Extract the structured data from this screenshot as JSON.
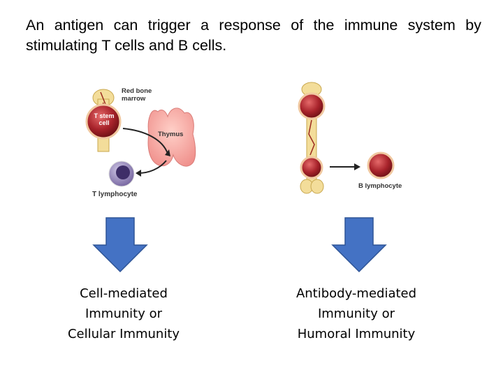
{
  "intro": {
    "line1": "An antigen can trigger a response of the immune system by",
    "line2": "stimulating T cells and B cells."
  },
  "t_panel": {
    "red_bone_marrow": [
      "Red bone",
      "marrow"
    ],
    "t_stem_cell": [
      "T stem",
      "cell"
    ],
    "thymus": "Thymus",
    "t_lymphocyte": "T lymphocyte"
  },
  "b_panel": {
    "b_lymphocyte": "B lymphocyte"
  },
  "immunity": {
    "cell_mediated": [
      "Cell-mediated",
      "Immunity or",
      "Cellular Immunity"
    ],
    "antibody_mediated": [
      "Antibody-mediated",
      "Immunity or",
      "Humoral Immunity"
    ]
  },
  "colors": {
    "arrow_fill": "#4472c4",
    "arrow_stroke": "#2f5597",
    "thymus": "#f4a6a6",
    "cell_red": "#a8232b",
    "lymphocyte_purple": "#5e4a8a"
  }
}
